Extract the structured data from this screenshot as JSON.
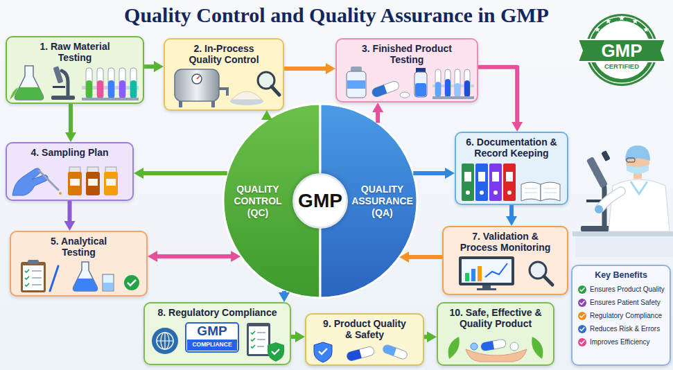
{
  "diagram": {
    "title": "Quality Control and Quality Assurance in GMP",
    "nodes": [
      {
        "text": [
          "1. Raw Material Testing"
        ]
      },
      {
        "text": [
          "2. In-Process Quality Control"
        ]
      },
      {
        "text": [
          "3. Finished Product Testing"
        ]
      },
      {
        "text": [
          "4. Sampling Plan"
        ]
      },
      {
        "text": [
          "GMP"
        ]
      },
      {
        "text": [
          "QUALITY CONTROL (QC)"
        ],
        "in": 4
      },
      {
        "text": [
          "QUALITY ASSURANCE (QA)"
        ],
        "in": 4
      },
      {
        "text": [
          "6. Documentation & Record Keeping"
        ]
      },
      {
        "text": [
          "5. Analytical Testing"
        ]
      },
      {
        "text": [
          "7. Validation & Process Monitoring"
        ]
      },
      {
        "text": [
          "8. Regulatory Compliance"
        ]
      },
      {
        "text": [
          "9. Product Quality & Safety"
        ]
      },
      {
        "text": [
          "10. Safe, Effective & Quality Product"
        ]
      },
      {
        "text": [
          "Key Benefits"
        ]
      }
    ],
    "edges": [
      {
        "from": 0,
        "to": 1,
        "arrow": "to"
      },
      {
        "from": 1,
        "to": 2,
        "arrow": "to"
      },
      {
        "from": 2,
        "to": 7,
        "arrow": "to"
      },
      {
        "from": 0,
        "to": 3,
        "arrow": "to"
      },
      {
        "from": 3,
        "to": 8,
        "arrow": "to"
      },
      {
        "from": 5,
        "to": 3,
        "arrow": "to"
      },
      {
        "from": 6,
        "to": 7,
        "arrow": "to"
      },
      {
        "from": 7,
        "to": 9,
        "arrow": "to"
      },
      {
        "from": 9,
        "to": 6,
        "arrow": "to"
      },
      {
        "from": 8,
        "to": 5,
        "arrow": "both"
      },
      {
        "from": 5,
        "to": 10,
        "arrow": "to"
      },
      {
        "from": 10,
        "to": 11,
        "arrow": "to"
      },
      {
        "from": 11,
        "to": 12,
        "arrow": "to"
      },
      {
        "from": 5,
        "to": 1,
        "arrow": "to"
      },
      {
        "from": 6,
        "to": 2,
        "arrow": "to"
      }
    ],
    "labels": [
      "GMP",
      "CERTIFIED",
      "GMP",
      "COMPLIANCE"
    ],
    "legend": [
      {
        "text": "Ensures Product Quality",
        "color": "#2e9e44"
      },
      {
        "text": "Ensures Patient Safety",
        "color": "#8e44ad"
      },
      {
        "text": "Regulatory Compliance",
        "color": "#f08c1e"
      },
      {
        "text": "Reduces Risk & Errors",
        "color": "#2f6fc9"
      },
      {
        "text": "Improves Efficiency",
        "color": "#e0468f"
      }
    ]
  }
}
